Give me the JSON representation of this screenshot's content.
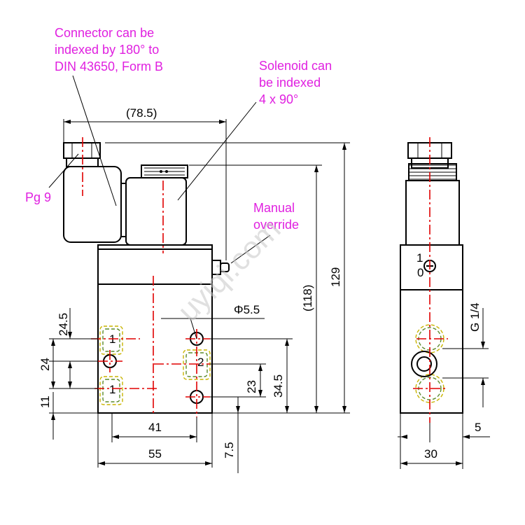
{
  "annotations": {
    "connector_note": [
      "Connector can be",
      "indexed by 180° to",
      "DIN 43650, Form B"
    ],
    "solenoid_note": [
      "Solenoid can",
      "be indexed",
      "4 x 90°"
    ],
    "manual_override": [
      "Manual",
      "override"
    ],
    "pg9": "Pg 9"
  },
  "dimensions": {
    "overall_width_ref": "(78.5)",
    "total_height": "129",
    "body_height_ref": "(118)",
    "hole_diameter": "Φ5.5",
    "port_spacing_top": "24.5",
    "port_spacing_mid": "24",
    "port_bottom_offset": "11",
    "port_offset_right": "23",
    "port_height_right": "34.5",
    "mount_spacing": "41",
    "body_width": "55",
    "bottom_offset": "7.5",
    "port_thread": "G 1/4",
    "side_offset": "5",
    "side_width": "30",
    "override_positions": [
      "1",
      "0"
    ]
  },
  "watermark": "uyiqi.com",
  "colors": {
    "annotation": "#e020e0",
    "centerline": "#e00000",
    "hidden_green": "#5a8a2a",
    "hidden_yellow": "#c8b400"
  }
}
